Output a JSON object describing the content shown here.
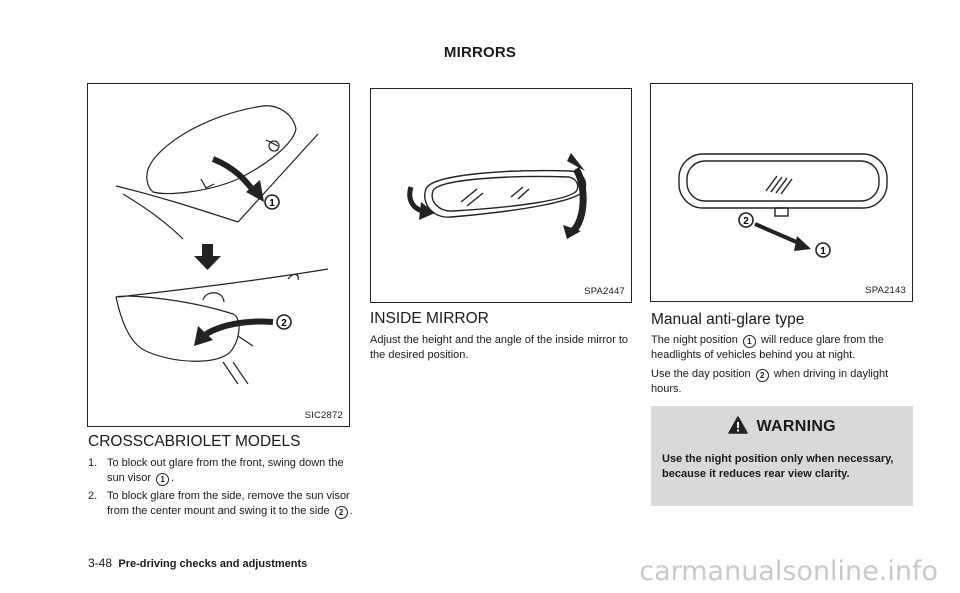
{
  "header": {
    "title": "MIRRORS"
  },
  "figures": {
    "visor": {
      "code": "SIC2872",
      "callout1": "1",
      "callout2": "2"
    },
    "inside_mirror": {
      "code": "SPA2447"
    },
    "antiglare": {
      "code": "SPA2143",
      "callout1": "1",
      "callout2": "2"
    }
  },
  "crosscabriolet": {
    "heading": "CROSSCABRIOLET MODELS",
    "items": [
      {
        "num": "1.",
        "text_before": "To block out glare from the front, swing down the sun visor",
        "ref": "1",
        "text_after": "."
      },
      {
        "num": "2.",
        "text_before": "To block glare from the side, remove the sun visor from the center mount and swing it to the side",
        "ref": "2",
        "text_after": "."
      }
    ]
  },
  "inside_mirror": {
    "heading": "INSIDE MIRROR",
    "text": "Adjust the height and the angle of the inside mirror to the desired position."
  },
  "antiglare": {
    "heading": "Manual anti-glare type",
    "p1_before": "The night position",
    "p1_ref": "1",
    "p1_after": "will reduce glare from the headlights of vehicles behind you at night.",
    "p2_before": "Use the day position",
    "p2_ref": "2",
    "p2_after": "when driving in daylight hours."
  },
  "warning": {
    "title": "WARNING",
    "text": "Use the night position only when necessary, because it reduces rear view clarity."
  },
  "footer": {
    "page": "3-48",
    "section": "Pre-driving checks and adjustments"
  },
  "watermark": {
    "text": "carmanualsonline.info"
  }
}
